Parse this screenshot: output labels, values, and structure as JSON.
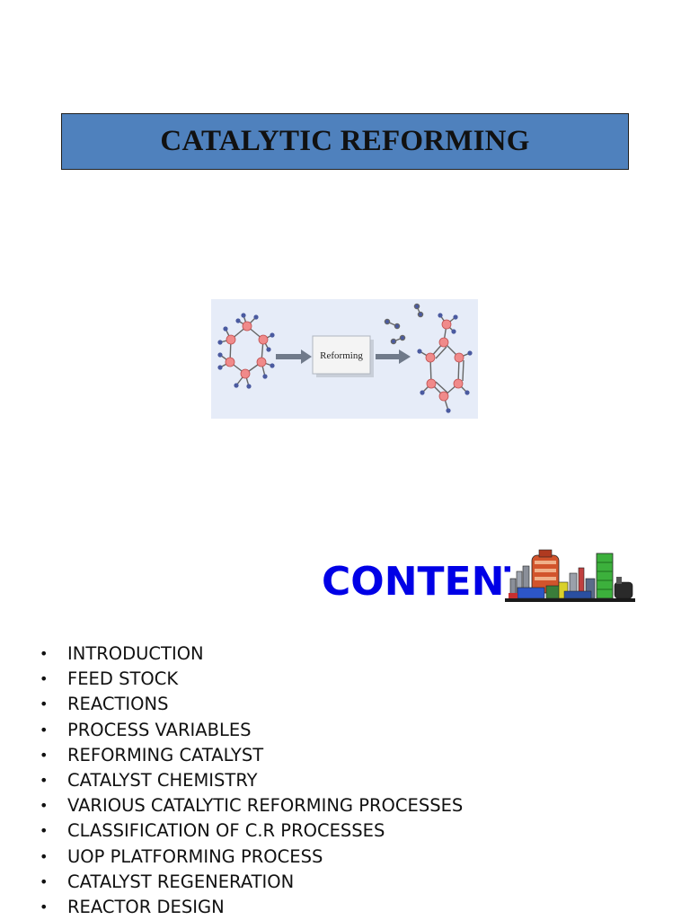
{
  "title": "CATALYTIC REFORMING",
  "diagram": {
    "process_label": "Reforming"
  },
  "contents_heading": "CONTENTS",
  "contents": [
    "INTRODUCTION",
    "FEED STOCK",
    "REACTIONS",
    "PROCESS VARIABLES",
    "REFORMING CATALYST",
    "CATALYST CHEMISTRY",
    "VARIOUS CATALYTIC REFORMING PROCESSES",
    "CLASSIFICATION OF C.R PROCESSES",
    "UOP PLATFORMING PROCESS",
    "CATALYST REGENERATION",
    "REACTOR DESIGN"
  ],
  "bullet_char": "•",
  "colors": {
    "title_box": "#4f81bd",
    "heading": "#0000e6",
    "diagram_bg": "#e6ecf8"
  }
}
